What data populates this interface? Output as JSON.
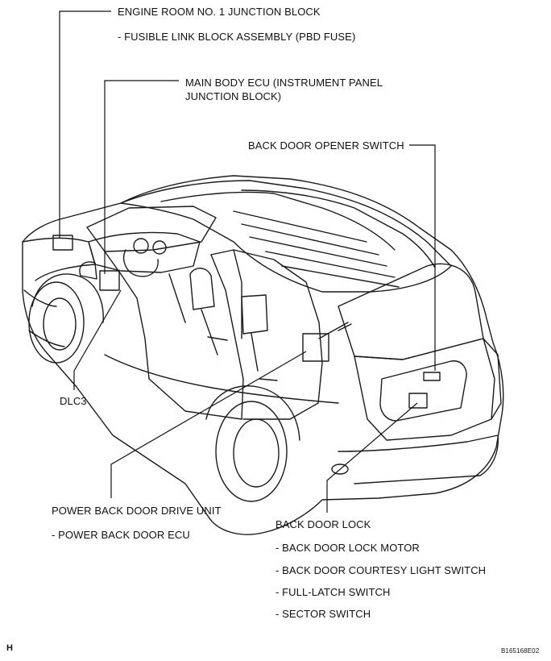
{
  "labels": {
    "engine_room": "ENGINE ROOM NO. 1 JUNCTION BLOCK",
    "fusible_link": "- FUSIBLE LINK BLOCK ASSEMBLY (PBD FUSE)",
    "main_body_ecu_1": "MAIN BODY ECU (INSTRUMENT PANEL",
    "main_body_ecu_2": "JUNCTION BLOCK)",
    "back_door_opener": "BACK DOOR OPENER SWITCH",
    "dlc3": "DLC3",
    "power_back_door_drive": "POWER BACK DOOR DRIVE UNIT",
    "power_back_door_ecu": "- POWER BACK DOOR ECU",
    "back_door_lock": "BACK DOOR LOCK",
    "back_door_lock_motor": "- BACK DOOR LOCK MOTOR",
    "courtesy_light_switch": "- BACK DOOR COURTESY LIGHT SWITCH",
    "full_latch_switch": "- FULL-LATCH SWITCH",
    "sector_switch": "- SECTOR SWITCH"
  },
  "corner": {
    "left_mark": "H",
    "figure_code": "B165168E02"
  }
}
